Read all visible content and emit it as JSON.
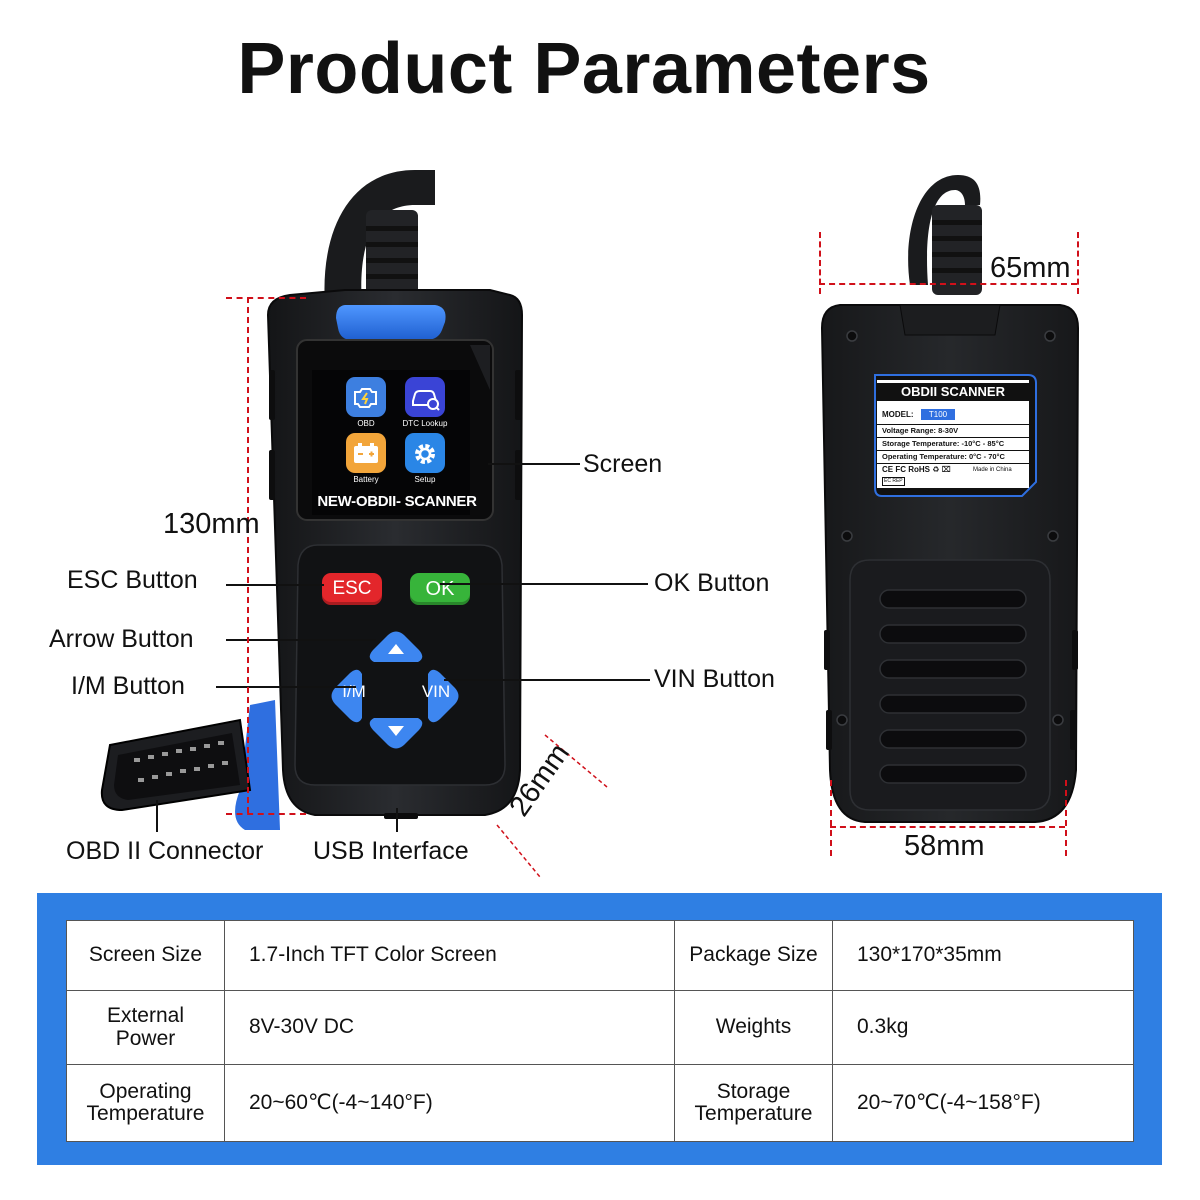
{
  "title": "Product Parameters",
  "screen_ui": {
    "apps": [
      {
        "label": "OBD",
        "icon": "engine-icon",
        "color": "#3d7fe0"
      },
      {
        "label": "DTC Lookup",
        "icon": "car-search-icon",
        "color": "#3a44d6"
      },
      {
        "label": "Battery",
        "icon": "battery-icon",
        "color": "#f2a53a"
      },
      {
        "label": "Setup",
        "icon": "gear-icon",
        "color": "#2a86e6"
      }
    ],
    "banner": "NEW-OBDII- SCANNER"
  },
  "keypad": {
    "esc_label": "ESC",
    "ok_label": "OK",
    "im_label": "I/M",
    "vin_label": "VIN",
    "esc_color": "#e3262b",
    "ok_color": "#37b43a",
    "arrow_color": "#3d86f0"
  },
  "callouts": {
    "screen": "Screen",
    "esc": "ESC Button",
    "ok": "OK Button",
    "arrow": "Arrow Button",
    "vin": "VIN Button",
    "im": "I/M Button",
    "obd": "OBD II Connector",
    "usb": "USB Interface"
  },
  "dimensions": {
    "height": "130mm",
    "depth": "26mm",
    "top_width": "65mm",
    "bottom_width": "58mm"
  },
  "back_label": {
    "title": "OBDII SCANNER",
    "model_label": "MODEL:",
    "model_value": "T100",
    "voltage": "Voltage Range: 8-30V",
    "storage": "Storage Temperature: -10°C - 85°C",
    "operating": "Operating Temperature: 0°C - 70°C",
    "marks": "CE FC RoHS ♻ ⌧",
    "made_in": "Made in China",
    "ec_rep": "EC REP"
  },
  "specs": [
    {
      "k1": "Screen Size",
      "v1": "1.7-Inch TFT Color Screen",
      "k2": "Package Size",
      "v2": "130*170*35mm"
    },
    {
      "k1": "External Power",
      "v1": "8V-30V DC",
      "k2": "Weights",
      "v2": "0.3kg"
    },
    {
      "k1": "Operating Temperature",
      "v1": "20~60℃(-4~140°F)",
      "k2": "Storage Temperature",
      "v2": "20~70℃(-4~158°F)"
    }
  ],
  "colors": {
    "accent_blue": "#2f7fe3",
    "dimension_red": "#d0101a",
    "device_body": "#1e1f22"
  }
}
